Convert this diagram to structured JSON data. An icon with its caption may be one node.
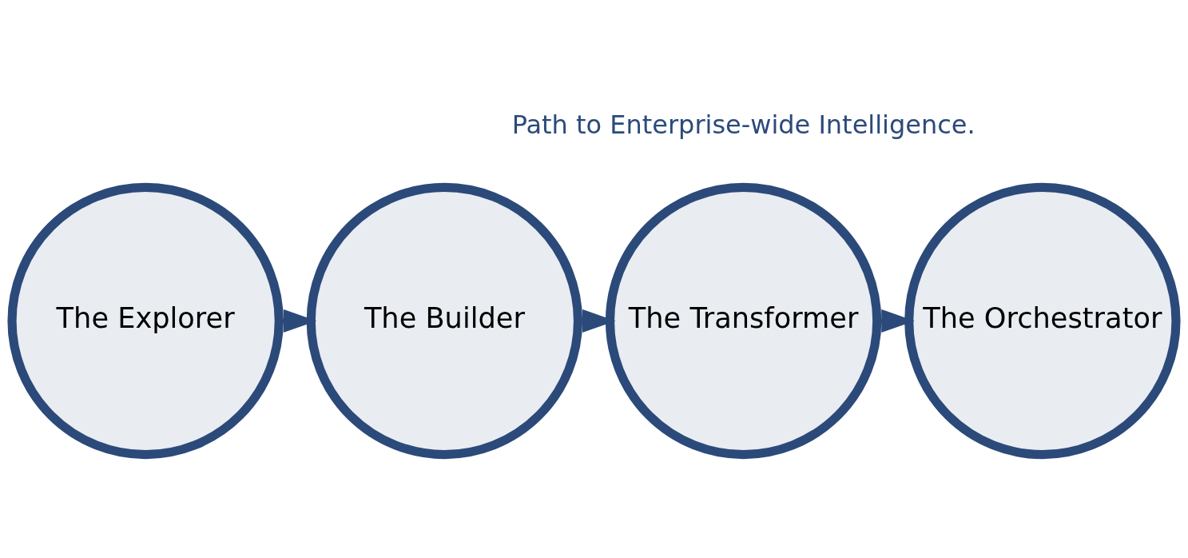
{
  "diagram": {
    "nodes": [
      {
        "text": [
          "The Explorer"
        ]
      },
      {
        "text": [
          "The Builder"
        ]
      },
      {
        "text": [
          "The Transformer"
        ]
      },
      {
        "text": [
          "The Orchestrator"
        ]
      }
    ],
    "edges": [
      {
        "from": 0,
        "to": 1,
        "arrow": "to"
      },
      {
        "from": 1,
        "to": 2,
        "arrow": "to"
      },
      {
        "from": 2,
        "to": 3,
        "arrow": "to"
      }
    ],
    "labels": [
      "Path to Enterprise-wide Intelligence."
    ]
  }
}
